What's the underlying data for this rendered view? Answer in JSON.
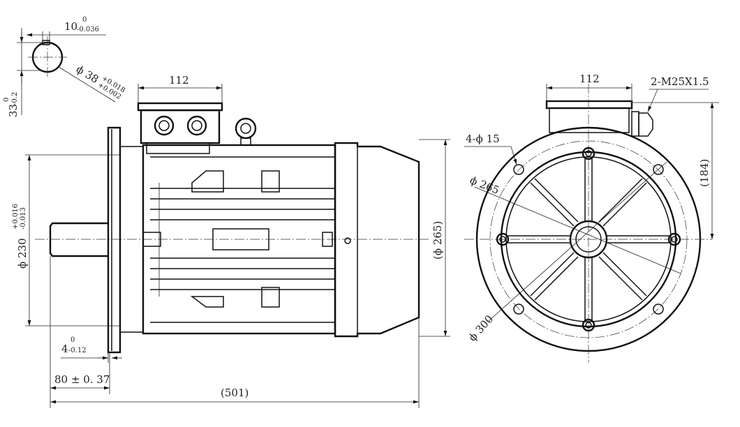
{
  "key_section": {
    "key_width": "10",
    "key_width_tol_upper": "0",
    "key_width_tol_lower": "-0.036",
    "shaft_dia": "ϕ 38",
    "shaft_dia_tol_upper": "+0.018",
    "shaft_dia_tol_lower": "+0.002",
    "key_depth": "33",
    "key_depth_tol_upper": "0",
    "key_depth_tol_lower": "-0.2"
  },
  "side_view": {
    "terminal_box_width": "112",
    "spigot_dia": "ϕ 230",
    "spigot_tol_upper": "+0.016",
    "spigot_tol_lower": "-0.013",
    "spigot_depth": "4",
    "spigot_depth_tol_upper": "0",
    "spigot_depth_tol_lower": "-0.12",
    "shaft_length": "80 ± 0. 37",
    "overall_length": "(501)",
    "body_dia": "(ϕ 265)"
  },
  "front_view": {
    "terminal_box_width": "112",
    "cable_gland": "2-M25X1.5",
    "mounting_holes": "4-ϕ 15",
    "pitch_circle": "ϕ 265",
    "flange_dia": "ϕ 300",
    "height_to_box": "(184)"
  },
  "colors": {
    "line": "#111111",
    "background": "#ffffff"
  }
}
